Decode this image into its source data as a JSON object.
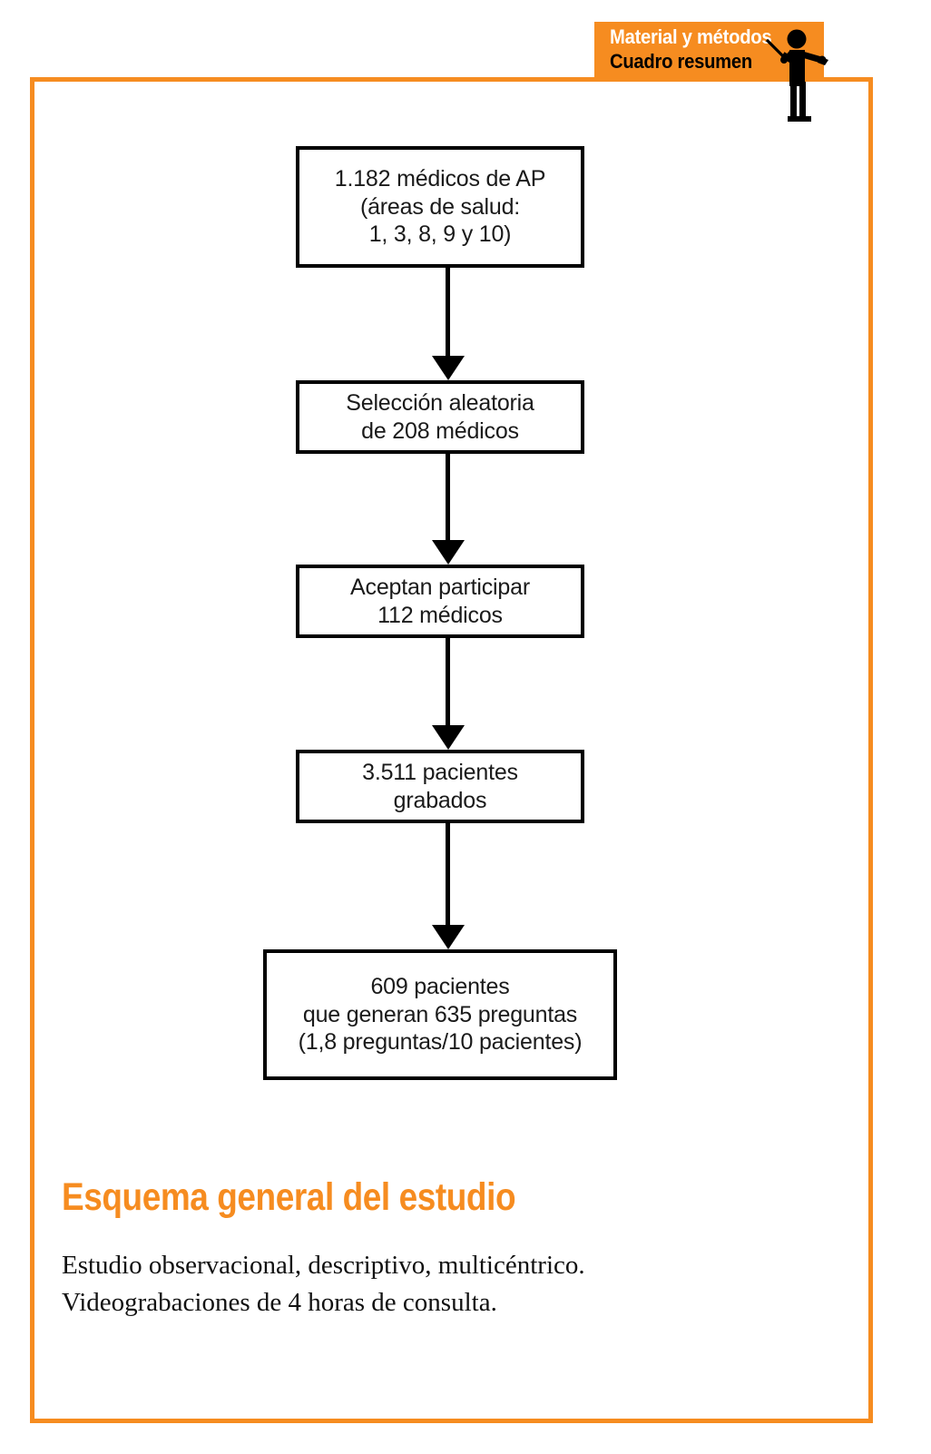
{
  "page": {
    "language": "es",
    "background_color": "#ffffff",
    "accent_color": "#f68c20",
    "line_color": "#000000"
  },
  "header": {
    "line1": "Material y métodos",
    "line2": "Cuadro resumen",
    "banner_color": "#f68c20",
    "line1_color": "#ffffff",
    "line2_color": "#000000",
    "figure_icon": "presenter-with-pointer-icon"
  },
  "frame": {
    "border_color": "#f68c20"
  },
  "chart_data": {
    "type": "diagram",
    "diagram_kind": "flowchart",
    "title": "Esquema general del estudio",
    "orientation": "vertical-top-to-bottom",
    "nodes": [
      {
        "id": "node-0",
        "text": "1.182 médicos de AP\n(áreas de salud:\n1, 3, 8, 9 y 10)",
        "lines": [
          "1.182 médicos de AP",
          "(áreas de salud:",
          "1, 3, 8, 9 y 10)"
        ],
        "value": 1182,
        "unit": "médicos de AP"
      },
      {
        "id": "node-1",
        "text": "Selección aleatoria\nde 208 médicos",
        "lines": [
          "Selección aleatoria",
          "de 208 médicos"
        ],
        "value": 208,
        "unit": "médicos"
      },
      {
        "id": "node-2",
        "text": "Aceptan participar\n112 médicos",
        "lines": [
          "Aceptan participar",
          "112 médicos"
        ],
        "value": 112,
        "unit": "médicos"
      },
      {
        "id": "node-3",
        "text": "3.511 pacientes\ngrabados",
        "lines": [
          "3.511 pacientes",
          "grabados"
        ],
        "value": 3511,
        "unit": "pacientes grabados"
      },
      {
        "id": "node-4",
        "text": "609 pacientes\nque generan 635 preguntas\n(1,8 preguntas/10 pacientes)",
        "lines": [
          "609 pacientes",
          "que generan 635 preguntas",
          "(1,8 preguntas/10 pacientes)"
        ],
        "value": 609,
        "unit": "pacientes",
        "questions": 635,
        "ratio": "1,8 preguntas/10 pacientes"
      }
    ],
    "edges": [
      {
        "from": "node-0",
        "to": "node-1",
        "style": "solid-arrow-down"
      },
      {
        "from": "node-1",
        "to": "node-2",
        "style": "solid-arrow-down"
      },
      {
        "from": "node-2",
        "to": "node-3",
        "style": "solid-arrow-down"
      },
      {
        "from": "node-3",
        "to": "node-4",
        "style": "solid-arrow-down"
      }
    ]
  },
  "caption": {
    "title": "Esquema general del estudio",
    "title_color": "#f68c20",
    "body": "Estudio observacional, descriptivo, multicéntrico.\nVideograbaciones de 4 horas de consulta.",
    "body_lines": [
      "Estudio observacional, descriptivo, multicéntrico.",
      "Videograbaciones de 4 horas de consulta."
    ]
  }
}
